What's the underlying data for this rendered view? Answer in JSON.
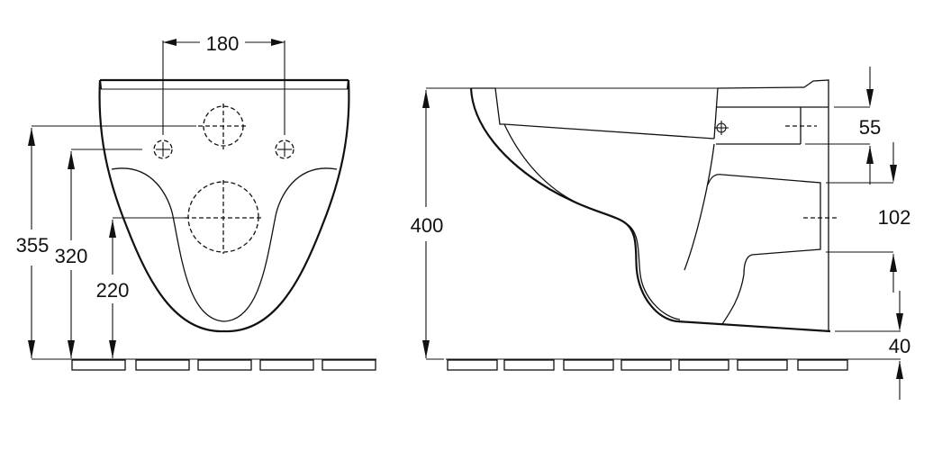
{
  "front_view": {
    "dimensions": {
      "bolt_spacing": "180",
      "height_top_hole": "355",
      "height_bolt_holes": "320",
      "height_outlet_center": "220"
    }
  },
  "side_view": {
    "dimensions": {
      "overall_height": "400",
      "inlet_offset": "55",
      "outlet_height": "102",
      "floor_clearance": "40"
    }
  }
}
